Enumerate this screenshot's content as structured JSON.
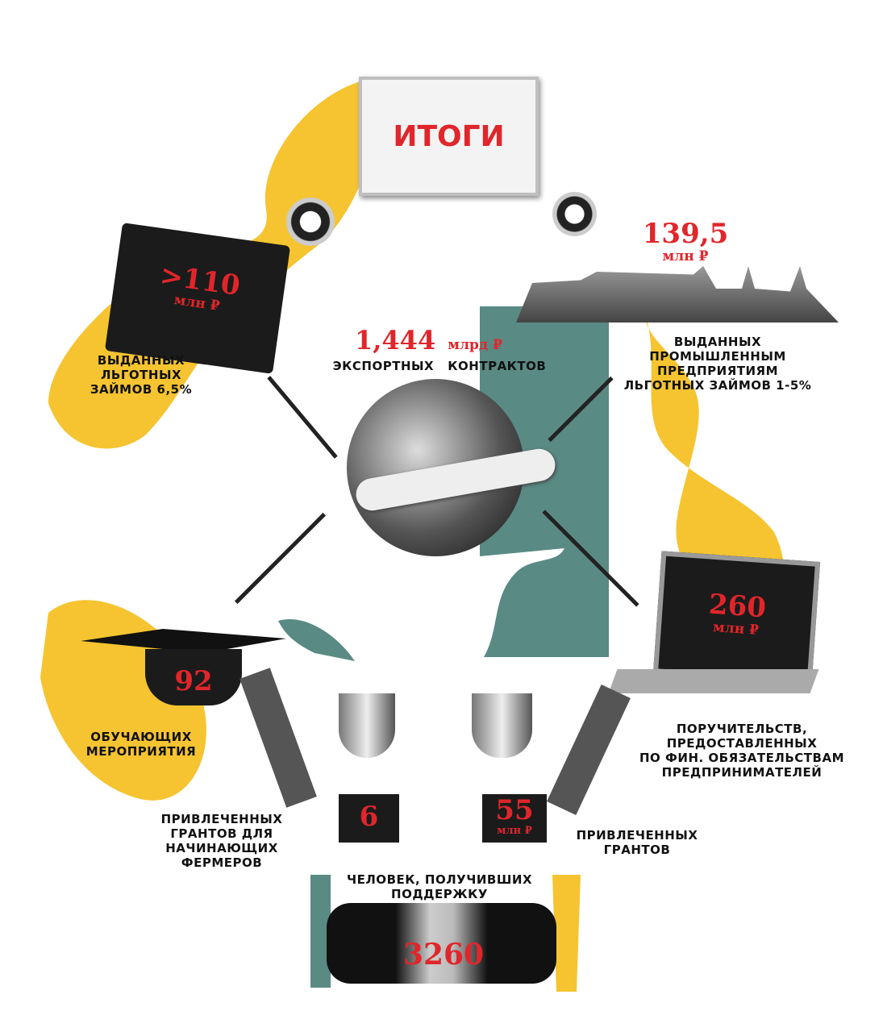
{
  "title": "ИТОГИ",
  "colors": {
    "accent_red": "#e0262b",
    "yellow": "#f6c431",
    "teal": "#5a8a84"
  },
  "stats": {
    "loans_case": {
      "value": ">110",
      "unit": "млн ₽",
      "label": [
        "ВЫДАННЫХ",
        "ЛЬГОТНЫХ",
        "ЗАЙМОВ 6,5%"
      ]
    },
    "industrial": {
      "value": "139,5",
      "unit": "млн ₽",
      "label": [
        "ВЫДАННЫХ",
        "ПРОМЫШЛЕННЫМ",
        "ПРЕДПРИЯТИЯМ",
        "ЛЬГОТНЫХ ЗАЙМОВ 1-5%"
      ]
    },
    "export": {
      "value": "1,444",
      "unit": "млрд ₽",
      "label": "ЭКСПОРТНЫХ   КОНТРАКТОВ"
    },
    "guarantees": {
      "value": "260",
      "unit": "млн ₽",
      "label": [
        "ПОРУЧИТЕЛЬСТВ,",
        "ПРЕДОСТАВЛЕННЫХ",
        "ПО ФИН. ОБЯЗАТЕЛЬСТВАМ",
        "ПРЕДПРИНИМАТЕЛЕЙ"
      ]
    },
    "training": {
      "value": "92",
      "label": [
        "ОБУЧАЮЩИХ",
        "МЕРОПРИЯТИЯ"
      ]
    },
    "farmer_grants": {
      "value": "6",
      "label": [
        "ПРИВЛЕЧЕННЫХ",
        "ГРАНТОВ ДЛЯ НАЧИНАЮЩИХ",
        "ФЕРМЕРОВ"
      ]
    },
    "grants": {
      "value": "55",
      "unit": "млн ₽",
      "label": [
        "ПРИВЛЕЧЕННЫХ",
        "ГРАНТОВ"
      ]
    },
    "people": {
      "value": "3260",
      "label": [
        "ЧЕЛОВЕК, ПОЛУЧИВШИХ",
        "ПОДДЕРЖКУ"
      ]
    }
  }
}
